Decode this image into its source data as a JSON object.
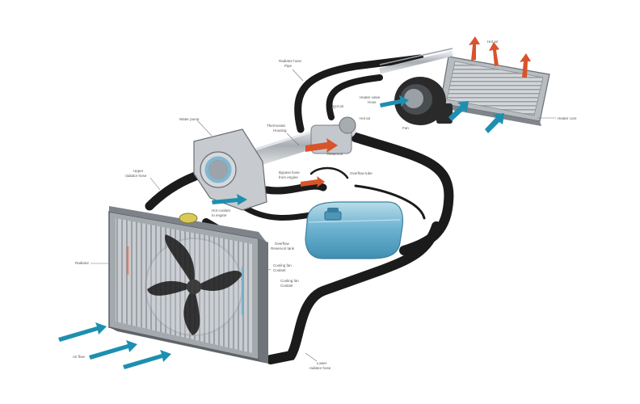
{
  "diagram": {
    "labels": {
      "radiator_cap_top": "Radiator hose",
      "radiator_cap_top_2": "Pipe",
      "heater_core_pipe": "Heater valve",
      "heater_core_pipe_2": "Hose",
      "top_right_air": "Hot air",
      "heater_core": "Heater core",
      "water_pump": "Water pump",
      "thermostat": "Thermostat",
      "thermostat_2": "Housing",
      "hot_air_label": "Hot air",
      "fan_label": "Fan",
      "upper_hose": "Upper",
      "upper_hose_2": "radiator hose",
      "bypass_hose": "Bypass hose",
      "bypass_hose_2": "from engine",
      "coolant_reservoir": "Overflow tube",
      "coolant_reservoir_2": "Reservoir",
      "hot_coolant": "Hot coolant",
      "hot_coolant_2": "to engine",
      "overflow": "Overflow",
      "overflow_2": "Reservoir tank",
      "radiator": "Radiator",
      "cooling_fan": "Cooling fan",
      "cooling_fan_2": "Coolant",
      "lower_hose": "Lower",
      "lower_hose_2": "radiator hose",
      "cool_air": "Air flow"
    },
    "colors": {
      "hose": "#1b1b1b",
      "metal": "#b9bec4",
      "hot_arrow": "#d9532b",
      "cool_arrow": "#1d8fb0",
      "reservoir": "#5da9c9"
    }
  }
}
